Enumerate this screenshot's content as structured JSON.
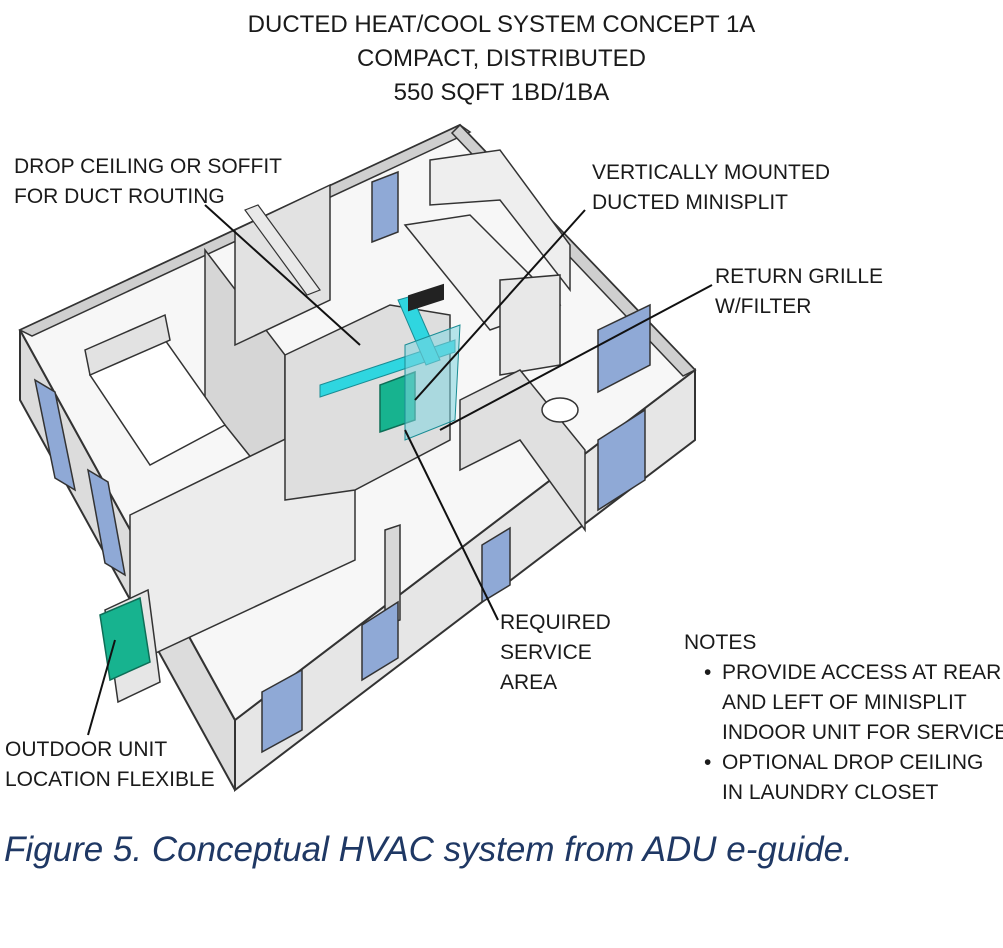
{
  "title": {
    "line1": "DUCTED HEAT/COOL SYSTEM CONCEPT 1A",
    "line2": "COMPACT, DISTRIBUTED",
    "line3": "550 SQFT 1BD/1BA"
  },
  "labels": {
    "drop_ceiling": [
      "DROP CEILING OR SOFFIT",
      "FOR DUCT ROUTING"
    ],
    "minisplit": [
      "VERTICALLY MOUNTED",
      "DUCTED MINISPLIT"
    ],
    "return_grille": [
      "RETURN GRILLE",
      "W/FILTER"
    ],
    "service_area": [
      "REQUIRED",
      "SERVICE",
      "AREA"
    ],
    "outdoor_unit": [
      "OUTDOOR UNIT",
      "LOCATION FLEXIBLE"
    ]
  },
  "notes": {
    "heading": "NOTES",
    "items": [
      [
        "PROVIDE ACCESS AT REAR",
        "AND LEFT OF MINISPLIT",
        "INDOOR UNIT FOR SERVICE"
      ],
      [
        "OPTIONAL DROP CEILING",
        "IN LAUNDRY CLOSET"
      ]
    ]
  },
  "caption": "Figure 5. Conceptual HVAC system from ADU e-guide.",
  "colors": {
    "duct": "#2fd6e0",
    "unit": "#17b38f",
    "wall": "#d9d9d9",
    "floor": "#f6f6f6",
    "window": "#8fa9d6",
    "caption": "#1f3864"
  }
}
